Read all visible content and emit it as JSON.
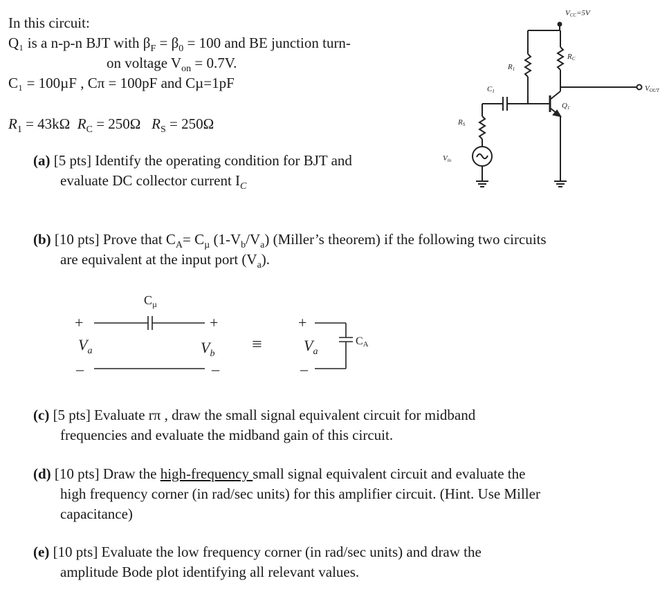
{
  "intro": {
    "heading": "In this circuit:",
    "q1_line1": "Q₁ is a n-p-n BJT with β",
    "q1_f_sub": "F",
    "q1_mid": " = β",
    "q1_o_sub": "0",
    "q1_line1_end": " = 100 and BE junction turn-",
    "q1_line2_a": "on voltage V",
    "q1_line2_sub": "on",
    "q1_line2_b": " = 0.7V.",
    "caps_line": "C₁ = 100µF ,  Cπ = 100pF and Cµ=1pF",
    "r1_label": "R",
    "r1_sub": "1",
    "r1_val": " = 43kΩ",
    "rc_label": "R",
    "rc_sub": "C",
    "rc_val": " = 250Ω",
    "rs_label": "R",
    "rs_sub": "S",
    "rs_val": " = 250Ω"
  },
  "circuit": {
    "vcc": "V",
    "vcc_sub": "CC",
    "vcc_val": "=5V",
    "r1": "R",
    "r1_sub": "1",
    "rc": "R",
    "rc_sub": "C",
    "c1": "C",
    "c1_sub": "1",
    "q1": "Q",
    "q1_sub": "1",
    "rs": "R",
    "rs_sub": "S",
    "vin": "V",
    "vin_sub": "in",
    "vout": "V",
    "vout_sub": "OUT"
  },
  "questions": {
    "a_tag": "(a)",
    "a_line1": " [5 pts] Identify the operating condition for BJT and",
    "a_line2": "evaluate DC collector current I",
    "a_line2_sub": "C",
    "b_tag": "(b)",
    "b_line1": " [10 pts] Prove that C",
    "b_line1_a": "A",
    "b_line1_b": "= C",
    "b_line1_mu": "µ",
    "b_line1_c": " (1-V",
    "b_line1_bsub": "b",
    "b_line1_d": "/V",
    "b_line1_asub": "a",
    "b_line1_e": ") (Miller’s theorem) if the following two circuits",
    "b_line2": "are equivalent at the input port (V",
    "b_line2_sub": "a",
    "b_line2_end": ").",
    "c_tag": "(c)",
    "c_line1": " [5 pts] Evaluate rπ , draw the small signal equivalent circuit for midband",
    "c_line2": "frequencies and evaluate the midband gain of this circuit.",
    "d_tag": "(d)",
    "d_line1_a": "  [10 pts] Draw the ",
    "d_line1_u": "high-frequency ",
    "d_line1_b": "small signal equivalent circuit and evaluate the",
    "d_line2": "high frequency corner (in rad/sec units) for this amplifier circuit.  (Hint. Use Miller",
    "d_line3": "capacitance)",
    "e_tag": "(e)",
    "e_line1": "  [10 pts] Evaluate the low frequency corner (in rad/sec units) and draw the",
    "e_line2": "amplitude Bode plot identifying all relevant values."
  },
  "miller": {
    "plus": "+",
    "minus": "–",
    "cmu": "C",
    "cmu_sub": "µ",
    "va": "V",
    "va_sub": "a",
    "vb": "V",
    "vb_sub": "b",
    "equiv": "≡",
    "ca": "C",
    "ca_sub": "A"
  }
}
